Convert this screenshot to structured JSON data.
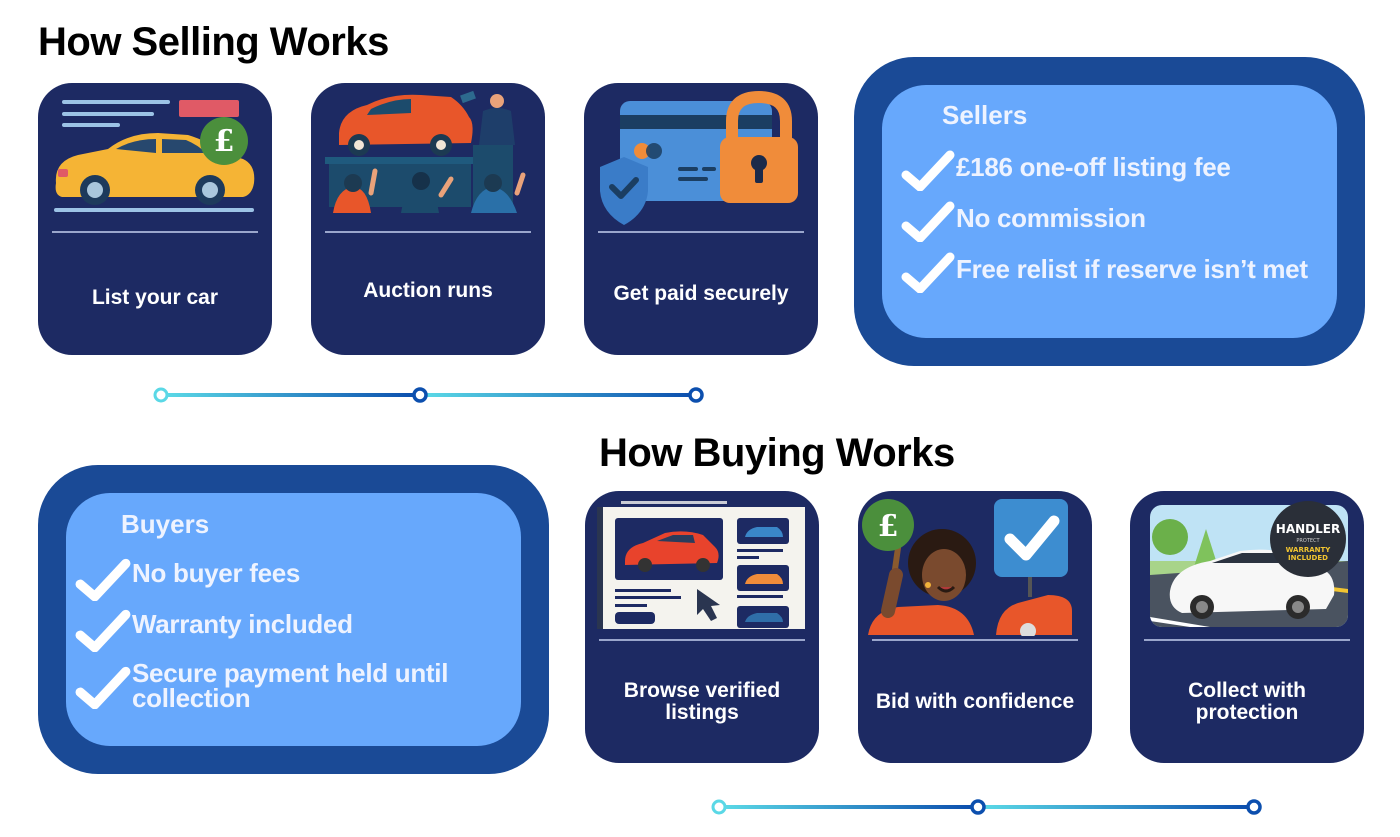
{
  "selling": {
    "title": "How Selling Works",
    "steps": [
      {
        "label": "List your car",
        "icon": "car-listing-icon"
      },
      {
        "label": "Auction runs",
        "icon": "auction-icon"
      },
      {
        "label": "Get paid securely",
        "icon": "secure-payment-icon"
      }
    ],
    "benefits": {
      "heading": "Sellers",
      "items": [
        "£186 one-off listing fee",
        "No commission",
        "Free relist if reserve isn’t met"
      ]
    }
  },
  "buying": {
    "title": "How Buying Works",
    "steps": [
      {
        "label": "Browse verified listings",
        "icon": "browse-listings-icon"
      },
      {
        "label": "Bid with confidence",
        "icon": "bid-icon"
      },
      {
        "label": "Collect with protection",
        "icon": "collect-car-icon"
      }
    ],
    "benefits": {
      "heading": "Buyers",
      "items": [
        "No buyer fees",
        "Warranty included",
        "Secure payment held until collection"
      ]
    },
    "badge": {
      "brand": "HANDLER",
      "sub": "PROTECT",
      "line1": "WARRANTY",
      "line2": "INCLUDED"
    }
  },
  "colors": {
    "card": "#1d2a63",
    "panel_outer": "#1a4a96",
    "panel_inner": "#67a8fc",
    "timeline_start": "#5ad8e6",
    "timeline_end": "#0c4fae"
  }
}
